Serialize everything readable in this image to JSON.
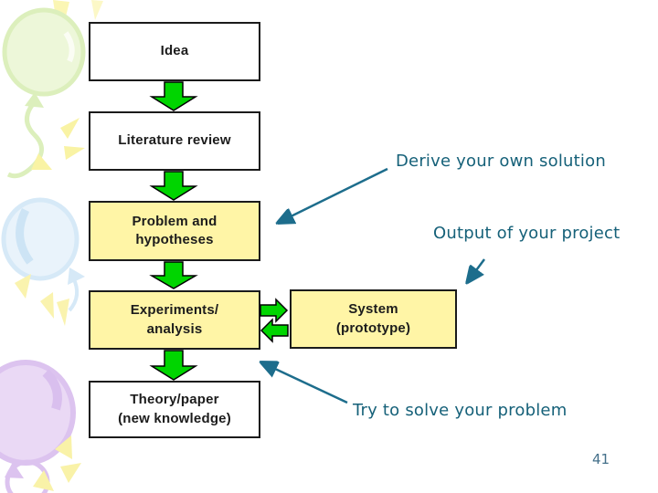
{
  "page": {
    "number": "41"
  },
  "colors": {
    "box_yellow": "#FFF5A6",
    "arrow_green": "#00D500",
    "annotation_teal": "#166179",
    "annotation_arrow": "#1D6D8C"
  },
  "flowchart": {
    "nodes": {
      "idea": {
        "label": "Idea"
      },
      "literature": {
        "label": "Literature review"
      },
      "problem": {
        "label": "Problem and\nhypotheses"
      },
      "experiments": {
        "label": "Experiments/\nanalysis"
      },
      "theory": {
        "label": "Theory/paper\n(new knowledge)"
      },
      "system": {
        "label": "System\n(prototype)"
      }
    }
  },
  "annotations": {
    "derive": {
      "text": "Derive your own solution"
    },
    "output": {
      "text": "Output of your project"
    },
    "solve": {
      "text": "Try to solve your problem"
    }
  }
}
